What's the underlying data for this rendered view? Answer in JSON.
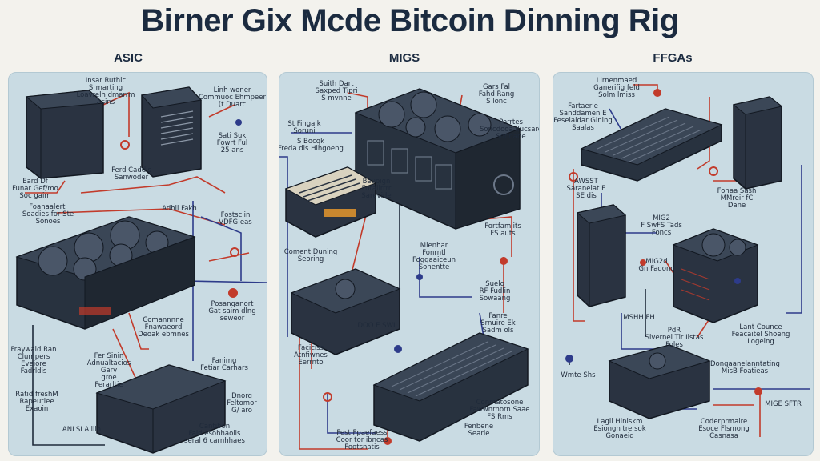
{
  "title": "Birner Gix Mcde Bitcoin Dinning Rig",
  "sections": [
    {
      "heading": "ASIC",
      "labels": [
        "Insar Ruthic Srmarting\nLoavrelh dmarrm\nAsins",
        "Linh woner\nCommuoc Ehmpeer\n(t Duarc",
        "Sati Suk\nFowrt Ful\n25 ans",
        "Eard Df\nFunar Gef/mo\nSoc gaim",
        "Ferd Caddis\nSanwoder",
        "Foanaalerti\nSoadies for Ste\nSonoes",
        "Adhli Fakh",
        "Fostsclin\nVDFG eas",
        "Posanganort\nGat saim dlng\nseweor",
        "Comannnne\nFnawaeord\nDeoak ebmnes",
        "Fraywaid Ran\nClumpers\nEveiore\nFadrldis",
        "Fer Sinin\nAdnualtacios\nGarv\ngroe\nFerarltie",
        "Fanimg\nFetiar Carhars",
        "Ratid freshM\nRapeutiee\nExaoin",
        "Dnorg\nFeltomor\nG/ aro",
        "ANLSI Aliiin",
        "Cantibon\nFaid esohhaolis\nseral 6 carnhhaes"
      ]
    },
    {
      "heading": "MIGS",
      "labels": [
        "Suith Dart\nSaxped Tipri\nS mvnne",
        "Gars Fal\nFahd Rang\nS lonc",
        "St Fingalk\nSoruni",
        "S Bocqk\nFreda dis Hihgoeng",
        "Porrtes\nSoncdooa flucsaro\nSonnane",
        "Beuoign\nForallrrrr\nSarevide",
        "Coment Duning\nSeoring",
        "Mienhar\nFonrntl\nFoqgaaiceun\nSonentte",
        "Fortfamlits\nFS auts",
        "Suelo\nRF Fudlin\nSowaang",
        "DOO E SWI",
        "Fanre\nSrnuire Ek\nSadm ols",
        "Faciciss\nAtnfiwnes\nEerrnto",
        "Conmatosone\nFawwnrnorn Saae\nFS Rms",
        "Fenbene\nSearie",
        "Fest Fpaefaess\nCoor tor ibncas\nFootsnatis"
      ]
    },
    {
      "heading": "FFGAs",
      "labels": [
        "Lirnenmaed\nGanerifig feld\nSolm lmiss",
        "Fartaerie\nSanddamen E\nFeselaidar Gining\nSaalas",
        "AWSST\nSaraneiat E\nSE dis",
        "Fonaa Sash\nMMreir fC\nDane",
        "MIG2\nF SwFS Tads\nFoncs",
        "MIG2d\nGn Fadono",
        "MSHH FH",
        "PdR\nSivernel Tir Ilstas\nFoles",
        "Lant Counce\nFeacaitel Shoeng\nLogeing",
        "Wmte Shs",
        "Dongaanelanntating\nMisB Foatieas",
        "MIGE SFTR",
        "Lagii Hiniskm\nEsiongn tre sok\nGonaeid",
        "Coderprmalre\nEsoce Flsmong\nCasnasa"
      ]
    }
  ]
}
